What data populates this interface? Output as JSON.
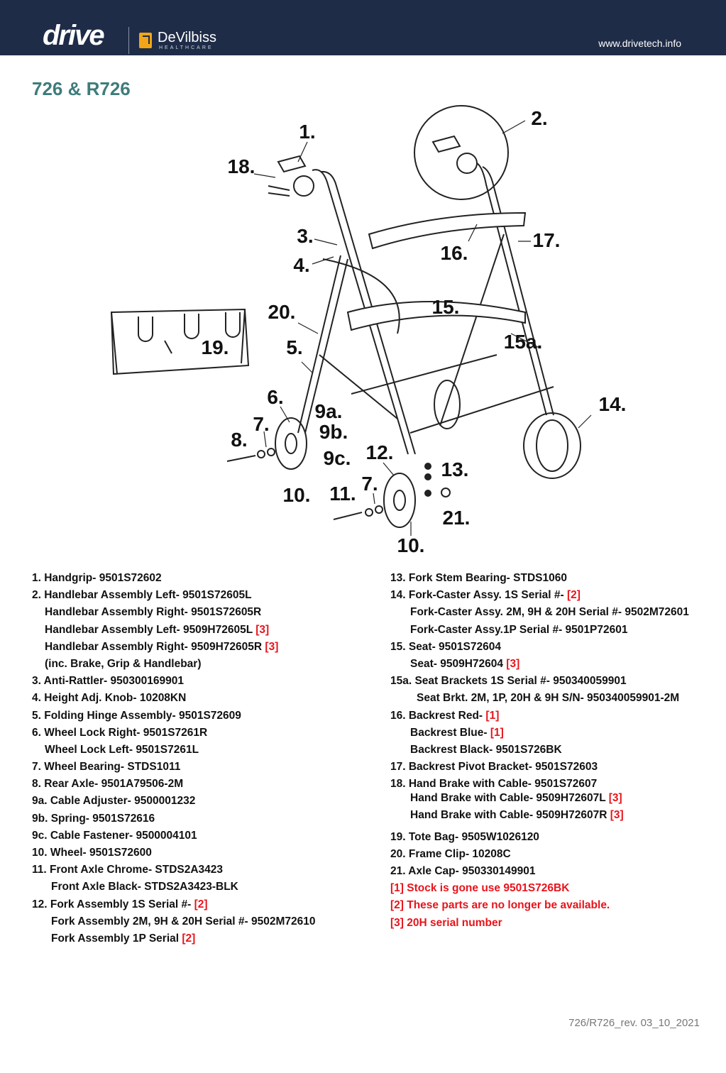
{
  "header": {
    "logo_drive": "drive",
    "logo_devilbiss": "DeVilbiss",
    "logo_devilbiss_sub": "HEALTHCARE",
    "website": "www.drivetech.info"
  },
  "page_title": "726 & R726",
  "diagram": {
    "callouts": [
      "1.",
      "18.",
      "2.",
      "3.",
      "4.",
      "16.",
      "17.",
      "20.",
      "15.",
      "19.",
      "5.",
      "15a.",
      "6.",
      "9a.",
      "14.",
      "7.",
      "9b.",
      "8.",
      "9c.",
      "12.",
      "13.",
      "10.",
      "11.",
      "7.",
      "21.",
      "10."
    ]
  },
  "parts_left": [
    {
      "text": "1. Handgrip- 9501S72602",
      "level": 0
    },
    {
      "text": "2. Handlebar Assembly Left- 9501S72605L",
      "level": 0
    },
    {
      "text": "Handlebar Assembly Right- 9501S72605R",
      "level": 1
    },
    {
      "text": "Handlebar Assembly Left- 9509H72605L ",
      "note": "[3]",
      "level": 1
    },
    {
      "text": "Handlebar Assembly Right- 9509H72605R ",
      "note": "[3]",
      "level": 1
    },
    {
      "text": "(inc. Brake, Grip & Handlebar)",
      "level": 1
    },
    {
      "text": "3. Anti-Rattler- 950300169901",
      "level": 0
    },
    {
      "text": "4. Height Adj. Knob- 10208KN",
      "level": 0
    },
    {
      "text": "5. Folding Hinge Assembly- 9501S72609",
      "level": 0
    },
    {
      "text": "6. Wheel Lock Right- 9501S7261R",
      "level": 0
    },
    {
      "text": "Wheel Lock Left- 9501S7261L",
      "level": 1
    },
    {
      "text": "7. Wheel Bearing- STDS1011",
      "level": 0
    },
    {
      "text": "8. Rear Axle- 9501A79506-2M",
      "level": 0
    },
    {
      "text": "9a. Cable Adjuster- 9500001232",
      "level": 0
    },
    {
      "text": "9b. Spring- 9501S72616",
      "level": 0
    },
    {
      "text": "9c. Cable Fastener- 9500004101",
      "level": 0
    },
    {
      "text": "10. Wheel- 9501S72600",
      "level": 0
    },
    {
      "text": "11. Front Axle Chrome- STDS2A3423",
      "level": 0
    },
    {
      "text": "Front Axle Black- STDS2A3423-BLK",
      "level": 2
    },
    {
      "text": "12. Fork Assembly 1S Serial #- ",
      "note": "[2]",
      "level": 0
    },
    {
      "text": "Fork Assembly 2M, 9H & 20H Serial #- 9502M72610",
      "level": 2
    },
    {
      "text": "Fork Assembly 1P Serial ",
      "note": "[2]",
      "level": 2
    }
  ],
  "parts_right": [
    {
      "text": "13. Fork Stem Bearing- STDS1060",
      "level": 0
    },
    {
      "text": "14. Fork-Caster Assy. 1S Serial #- ",
      "note": "[2]",
      "level": 0
    },
    {
      "text": "Fork-Caster Assy. 2M, 9H & 20H Serial #- 9502M72601",
      "level": 3
    },
    {
      "text": "Fork-Caster Assy.1P Serial #- 9501P72601",
      "level": 3
    },
    {
      "text": "15. Seat- 9501S72604",
      "level": 0
    },
    {
      "text": "Seat- 9509H72604 ",
      "note": "[3]",
      "level": 3
    },
    {
      "text": "15a. Seat Brackets 1S Serial #- 950340059901",
      "level": 0
    },
    {
      "text": "Seat Brkt. 2M, 1P, 20H & 9H S/N- 950340059901-2M",
      "level": 4
    },
    {
      "text": "16. Backrest Red- ",
      "note": "[1]",
      "level": 0
    },
    {
      "text": "Backrest Blue- ",
      "note": "[1]",
      "level": 3
    },
    {
      "text": "Backrest Black- 9501S726BK",
      "level": 3
    },
    {
      "text": "17. Backrest Pivot Bracket- 9501S72603",
      "level": 0
    },
    {
      "text": "18. Hand Brake with Cable- 9501S72607",
      "level": 0,
      "tight": true
    },
    {
      "text": "Hand Brake with Cable- 9509H72607L ",
      "note": "[3]",
      "level": 3
    },
    {
      "text": "Hand Brake with Cable- 9509H72607R ",
      "note": "[3]",
      "level": 3
    },
    {
      "text": "19. Tote Bag- 9505W1026120",
      "level": 0,
      "gap": true
    },
    {
      "text": "20. Frame Clip- 10208C",
      "level": 0
    },
    {
      "text": "21. Axle Cap- 950330149901",
      "level": 0
    },
    {
      "text": "[1] Stock is gone use 9501S726BK",
      "level": 0,
      "footnote": true
    },
    {
      "text": "[2] These parts are no longer be available.",
      "level": 0,
      "footnote": true
    },
    {
      "text": "[3] 20H serial number",
      "level": 0,
      "footnote": true
    }
  ],
  "revision": "726/R726_rev. 03_10_2021",
  "colors": {
    "header_bg": "#1f2c48",
    "title": "#3f7c7c",
    "note_red": "#e8141b",
    "logo_accent": "#f2a516"
  }
}
